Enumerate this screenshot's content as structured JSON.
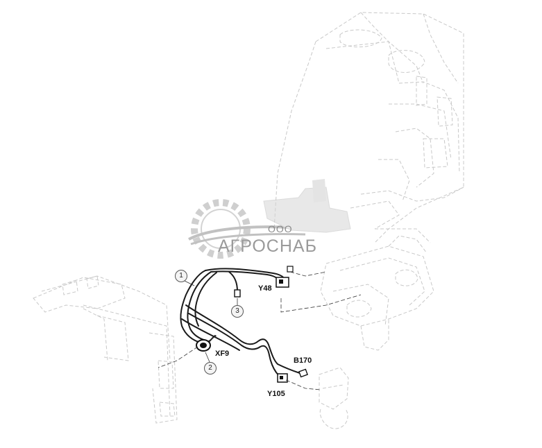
{
  "watermark": {
    "prefix": "ООО",
    "brand": "АГРОСНАБ"
  },
  "callouts": [
    {
      "id": "1",
      "text": "1"
    },
    {
      "id": "2",
      "text": "2"
    },
    {
      "id": "3",
      "text": "3"
    }
  ],
  "labels": {
    "y48": "Y48",
    "xf9": "XF9",
    "b170": "B170",
    "y105": "Y105"
  }
}
